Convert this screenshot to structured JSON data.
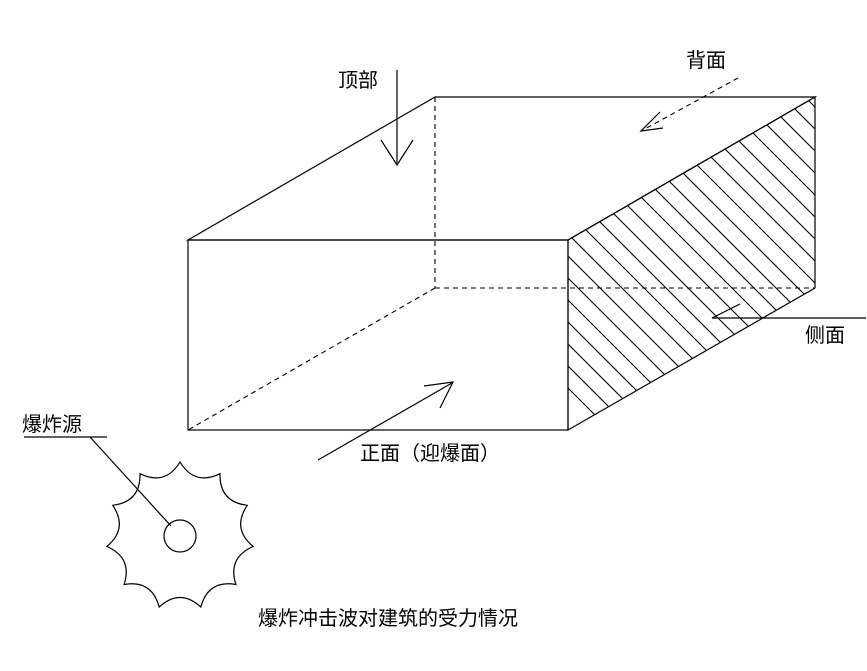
{
  "labels": {
    "top": "顶部",
    "back": "背面",
    "side": "侧面",
    "front": "正面（迎爆面）",
    "source": "爆炸源"
  },
  "caption": "爆炸冲击波对建筑的受力情况",
  "colors": {
    "line": "#000000",
    "background": "#ffffff"
  }
}
